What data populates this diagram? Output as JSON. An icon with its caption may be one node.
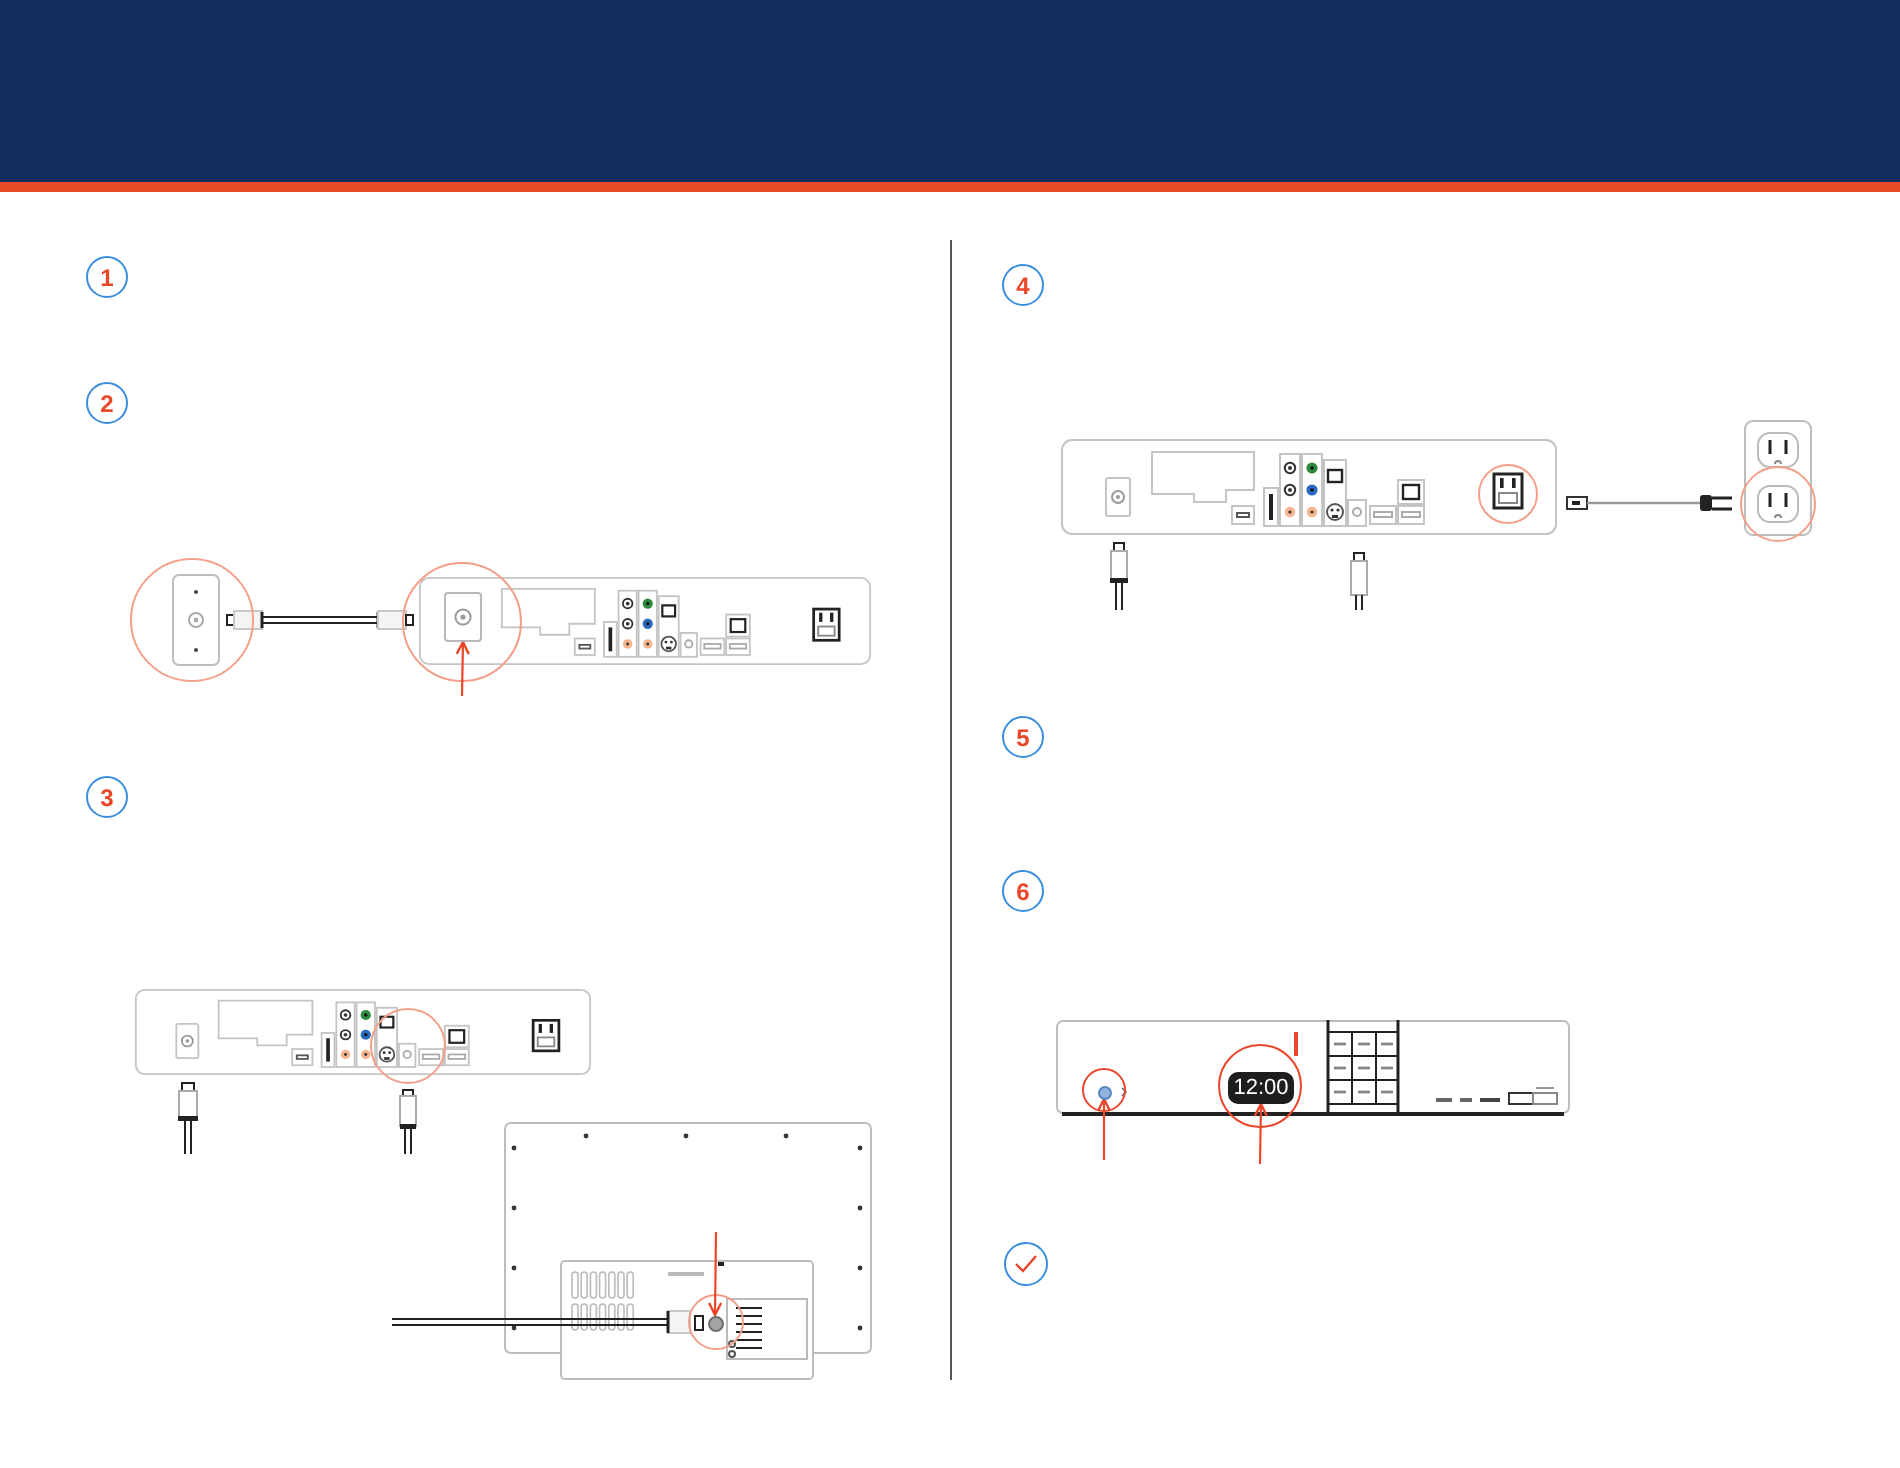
{
  "diagram": {
    "nodes": [
      {
        "text": [
          "1"
        ]
      },
      {
        "text": [
          "2"
        ]
      },
      {
        "text": [],
        "shape": "box"
      },
      {
        "text": [
          "3"
        ]
      },
      {
        "text": [],
        "shape": "circle"
      },
      {
        "text": [
          "4"
        ]
      },
      {
        "text": [
          "5"
        ]
      },
      {
        "text": [
          "6"
        ]
      },
      {
        "text": [],
        "shape": "circle"
      },
      {
        "text": [
          "12:00"
        ]
      },
      {
        "text": [],
        "shape": "circle"
      }
    ],
    "edges": [
      {
        "from": null,
        "to": 2,
        "arrow": "to"
      },
      {
        "from": null,
        "to": 4,
        "arrow": "to"
      },
      {
        "from": null,
        "to": 8,
        "arrow": "to"
      },
      {
        "from": null,
        "to": 9,
        "arrow": "to"
      }
    ]
  }
}
